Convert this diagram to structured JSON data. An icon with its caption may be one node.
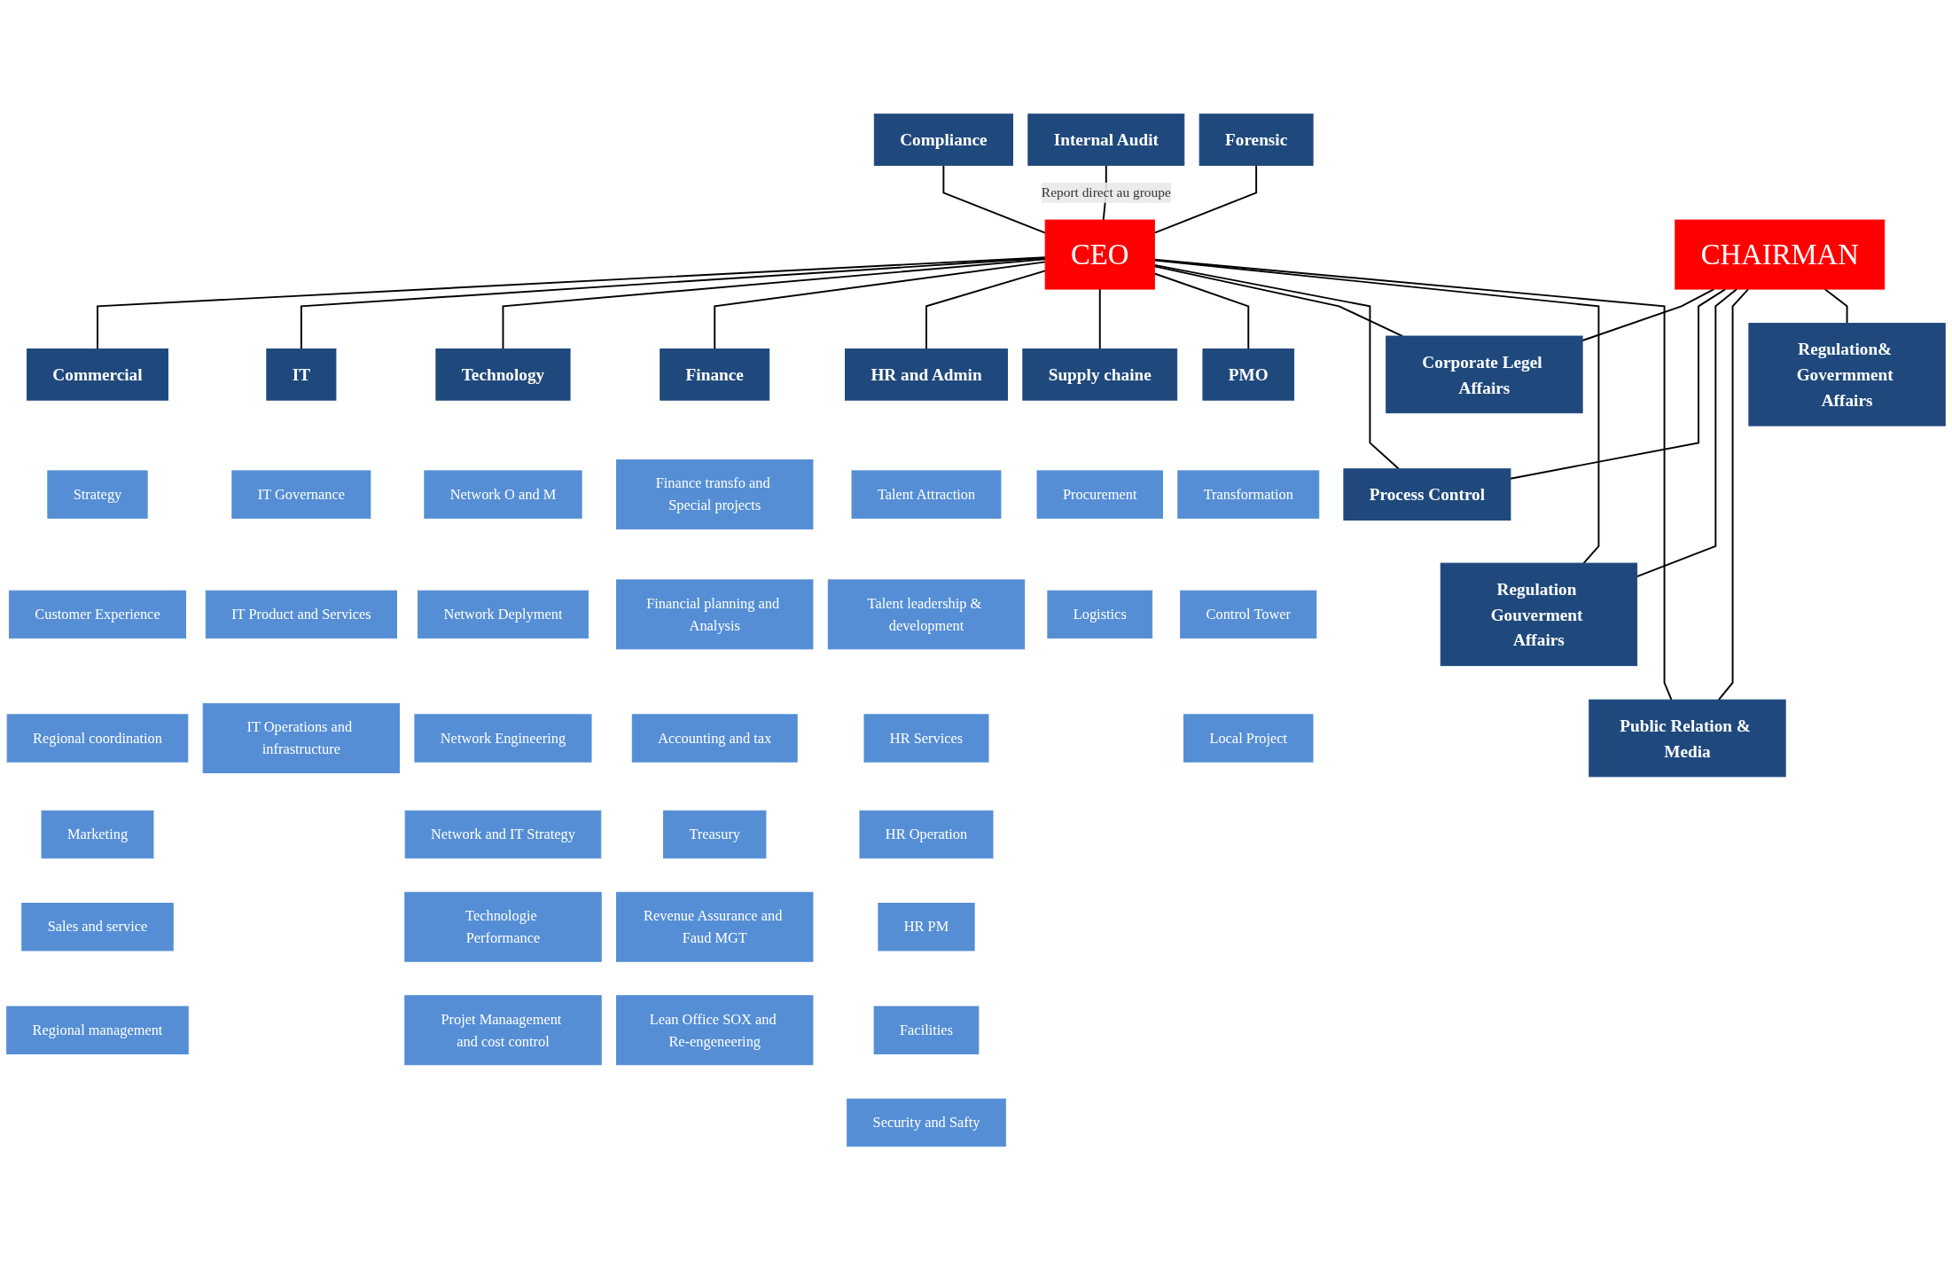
{
  "diagram": {
    "nodes": [
      {
        "text": [
          "Compliance"
        ]
      },
      {
        "text": [
          "Internal Audit"
        ]
      },
      {
        "text": [
          "Forensic"
        ]
      },
      {
        "text": [
          "CEO"
        ]
      },
      {
        "text": [
          "CHAIRMAN"
        ]
      },
      {
        "text": [
          "Commercial"
        ]
      },
      {
        "text": [
          "IT"
        ]
      },
      {
        "text": [
          "Technology"
        ]
      },
      {
        "text": [
          "Finance"
        ]
      },
      {
        "text": [
          "HR and Admin"
        ]
      },
      {
        "text": [
          "Supply chaine"
        ]
      },
      {
        "text": [
          "PMO"
        ]
      },
      {
        "text": [
          "Corporate Legel Affairs"
        ]
      },
      {
        "text": [
          "Regulation& Govermment Affairs"
        ]
      },
      {
        "text": [
          "Strategy"
        ]
      },
      {
        "text": [
          "Customer Experience"
        ]
      },
      {
        "text": [
          "Regional coordination"
        ]
      },
      {
        "text": [
          "Marketing"
        ]
      },
      {
        "text": [
          "Sales and service"
        ]
      },
      {
        "text": [
          "Regional management"
        ]
      },
      {
        "text": [
          "IT Governance"
        ]
      },
      {
        "text": [
          "IT Product and Services"
        ]
      },
      {
        "text": [
          "IT Operations and infrastructure"
        ]
      },
      {
        "text": [
          "Network O and M"
        ]
      },
      {
        "text": [
          "Network Deplyment"
        ]
      },
      {
        "text": [
          "Network Engineering"
        ]
      },
      {
        "text": [
          "Network and IT Strategy"
        ]
      },
      {
        "text": [
          "Technologie Performance"
        ]
      },
      {
        "text": [
          "Projet Manaagement and cost control"
        ]
      },
      {
        "text": [
          "Finance transfo and Special projects"
        ]
      },
      {
        "text": [
          "Financial planning and Analysis"
        ]
      },
      {
        "text": [
          "Accounting and tax"
        ]
      },
      {
        "text": [
          "Treasury"
        ]
      },
      {
        "text": [
          "Revenue Assurance and Faud MGT"
        ]
      },
      {
        "text": [
          "Lean Office SOX and Re-engeneering"
        ]
      },
      {
        "text": [
          "Talent Attraction"
        ]
      },
      {
        "text": [
          "Talent leadership & development"
        ]
      },
      {
        "text": [
          "HR Services"
        ]
      },
      {
        "text": [
          "HR Operation"
        ]
      },
      {
        "text": [
          "HR PM"
        ]
      },
      {
        "text": [
          "Facilities"
        ]
      },
      {
        "text": [
          "Security and Safty"
        ]
      },
      {
        "text": [
          "Procurement"
        ]
      },
      {
        "text": [
          "Logistics"
        ]
      },
      {
        "text": [
          "Transformation"
        ]
      },
      {
        "text": [
          "Control Tower"
        ]
      },
      {
        "text": [
          "Local Project"
        ]
      },
      {
        "text": [
          "Process Control"
        ]
      },
      {
        "text": [
          "Regulation Gouverment Affairs"
        ]
      },
      {
        "text": [
          "Public Relation & Media"
        ]
      }
    ],
    "edges": [
      {
        "from": 0,
        "to": 3,
        "arrow": "none"
      },
      {
        "from": 1,
        "to": 3,
        "arrow": "none",
        "label": "Report direct au groupe"
      },
      {
        "from": 2,
        "to": 3,
        "arrow": "none"
      },
      {
        "from": 3,
        "to": 5,
        "arrow": "none"
      },
      {
        "from": 3,
        "to": 6,
        "arrow": "none"
      },
      {
        "from": 3,
        "to": 7,
        "arrow": "none"
      },
      {
        "from": 3,
        "to": 8,
        "arrow": "none"
      },
      {
        "from": 3,
        "to": 9,
        "arrow": "none"
      },
      {
        "from": 3,
        "to": 10,
        "arrow": "none"
      },
      {
        "from": 3,
        "to": 11,
        "arrow": "none"
      },
      {
        "from": 3,
        "to": 12,
        "arrow": "none"
      },
      {
        "from": 3,
        "to": 47,
        "arrow": "none"
      },
      {
        "from": 3,
        "to": 48,
        "arrow": "none"
      },
      {
        "from": 3,
        "to": 49,
        "arrow": "none"
      },
      {
        "from": 4,
        "to": 12,
        "arrow": "none"
      },
      {
        "from": 4,
        "to": 47,
        "arrow": "none"
      },
      {
        "from": 4,
        "to": 48,
        "arrow": "none"
      },
      {
        "from": 4,
        "to": 49,
        "arrow": "none"
      },
      {
        "from": 4,
        "to": 13,
        "arrow": "none"
      }
    ]
  }
}
